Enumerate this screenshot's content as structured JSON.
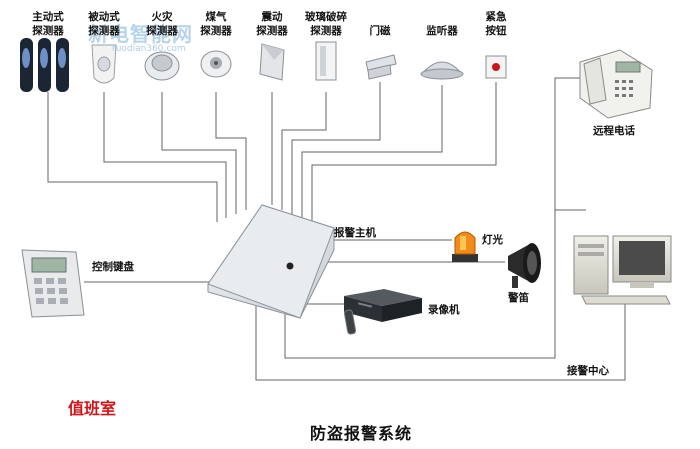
{
  "watermark": {
    "brand": "新电智能网",
    "url": "ruodian360.com"
  },
  "detectors": [
    {
      "label": "主动式\n探测器",
      "icon": "active-detector-icon"
    },
    {
      "label": "被动式\n探测器",
      "icon": "passive-detector-icon"
    },
    {
      "label": "火灾\n探测器",
      "icon": "fire-detector-icon"
    },
    {
      "label": "煤气\n探测器",
      "icon": "gas-detector-icon"
    },
    {
      "label": "震动\n探测器",
      "icon": "vibration-detector-icon"
    },
    {
      "label": "玻璃破碎\n探测器",
      "icon": "glass-break-detector-icon"
    },
    {
      "label": "门磁",
      "icon": "door-magnet-icon"
    },
    {
      "label": "监听器",
      "icon": "monitor-listener-icon"
    },
    {
      "label": "紧急\n按钮",
      "icon": "emergency-button-icon"
    }
  ],
  "labels": {
    "remote_phone": "远程电话",
    "alarm_host": "报警主机",
    "control_keypad": "控制键盘",
    "light": "灯光",
    "siren": "警笛",
    "video_recorder": "录像机",
    "alarm_center": "接警中心"
  },
  "duty_room": "值班室",
  "title": "防盗报警系统"
}
